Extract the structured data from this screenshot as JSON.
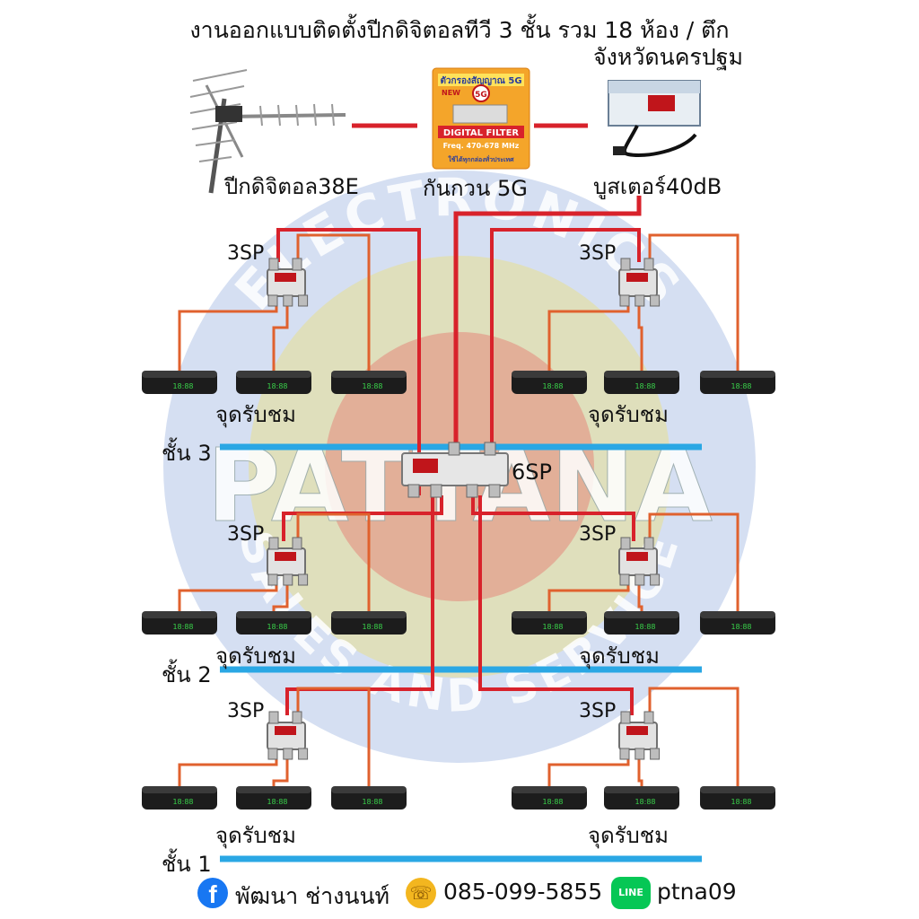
{
  "title": {
    "line1": "งานออกแบบติดตั้งปีกดิจิตอลทีวี 3 ชั้น รวม 18 ห้อง / ตึก",
    "line2": "จังหวัดนครปฐม"
  },
  "watermark": {
    "top": "ELECTRONICS",
    "center": "PATTANA",
    "bottom": "SALES AND SERVICE"
  },
  "devices": {
    "antenna": "ปีกดิจิตอล38E",
    "filter": "กันกวน 5G",
    "booster": "บูสเตอร์40dB",
    "filter_box": {
      "brand": "ตัวกรองสัญญาณ 5G",
      "badge": "5G",
      "new": "NEW",
      "product": "DIGITAL FILTER",
      "freq": "Freq. 470-678 MHz",
      "note": "ใช้ได้ทุกกล่องทั่วประเทศ"
    },
    "main_splitter": "6SP",
    "splitter": "3SP",
    "receiver": "จุดรับชม",
    "stb_display": "18:88"
  },
  "floors": [
    "ชั้น 3",
    "ชั้น 2",
    "ชั้น 1"
  ],
  "footer": {
    "name": "พัฒนา ช่างนนท์",
    "phone": "085-099-5855",
    "line_badge": "LINE",
    "line_id": "ptna09"
  },
  "colors": {
    "cable_main": "#d8222b",
    "cable_drop": "#e0612e",
    "floor_line": "#2aa7e4",
    "facebook": "#1877f2",
    "line": "#06c755",
    "phone": "#f3b61f"
  }
}
